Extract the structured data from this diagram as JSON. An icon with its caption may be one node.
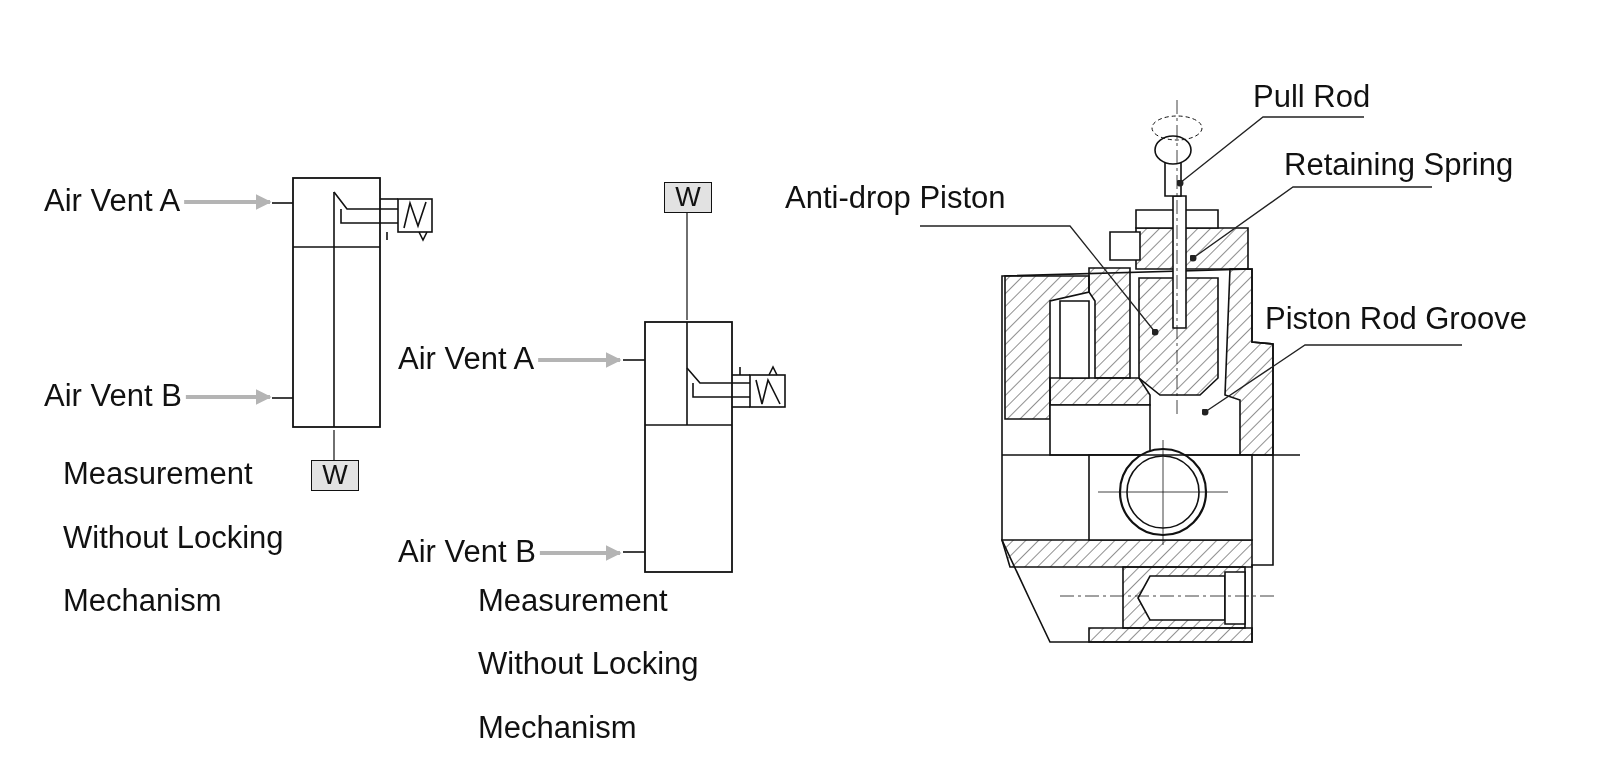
{
  "diagram": {
    "nodes": [
      {
        "text": [
          "Air Vent A"
        ]
      },
      {
        "text": [
          "Air Vent B"
        ]
      },
      {
        "text": [],
        "shape": "box"
      },
      {
        "text": [
          "W"
        ]
      },
      {
        "text": [
          "Air Vent A"
        ]
      },
      {
        "text": [
          "Air Vent B"
        ]
      },
      {
        "text": [],
        "shape": "box"
      },
      {
        "text": [
          "W"
        ]
      },
      {
        "text": [
          "Pull Rod"
        ]
      },
      {
        "text": [
          "Retaining Spring"
        ]
      },
      {
        "text": [
          "Anti-drop Piston"
        ]
      },
      {
        "text": [
          "Piston Rod Groove"
        ]
      }
    ],
    "edges": [
      {
        "from": 0,
        "to": 2,
        "arrow": "to",
        "style": "thick",
        "color": "#b4b4b4"
      },
      {
        "from": 1,
        "to": 2,
        "arrow": "to",
        "style": "thick",
        "color": "#b4b4b4"
      },
      {
        "from": 2,
        "to": 3,
        "arrow": "none"
      },
      {
        "from": 4,
        "to": 6,
        "arrow": "to",
        "style": "thick",
        "color": "#b4b4b4"
      },
      {
        "from": 5,
        "to": 6,
        "arrow": "to",
        "style": "thick",
        "color": "#b4b4b4"
      },
      {
        "from": 6,
        "to": 7,
        "arrow": "none"
      },
      {
        "from": 8,
        "to": null,
        "arrow": "other"
      },
      {
        "from": 9,
        "to": null,
        "arrow": "other"
      },
      {
        "from": 10,
        "to": null,
        "arrow": "other"
      },
      {
        "from": 11,
        "to": null,
        "arrow": "other"
      }
    ],
    "labels": [
      "Measurement",
      "Without Locking",
      "Mechanism",
      "Measurement",
      "Without Locking",
      "Mechanism"
    ]
  }
}
